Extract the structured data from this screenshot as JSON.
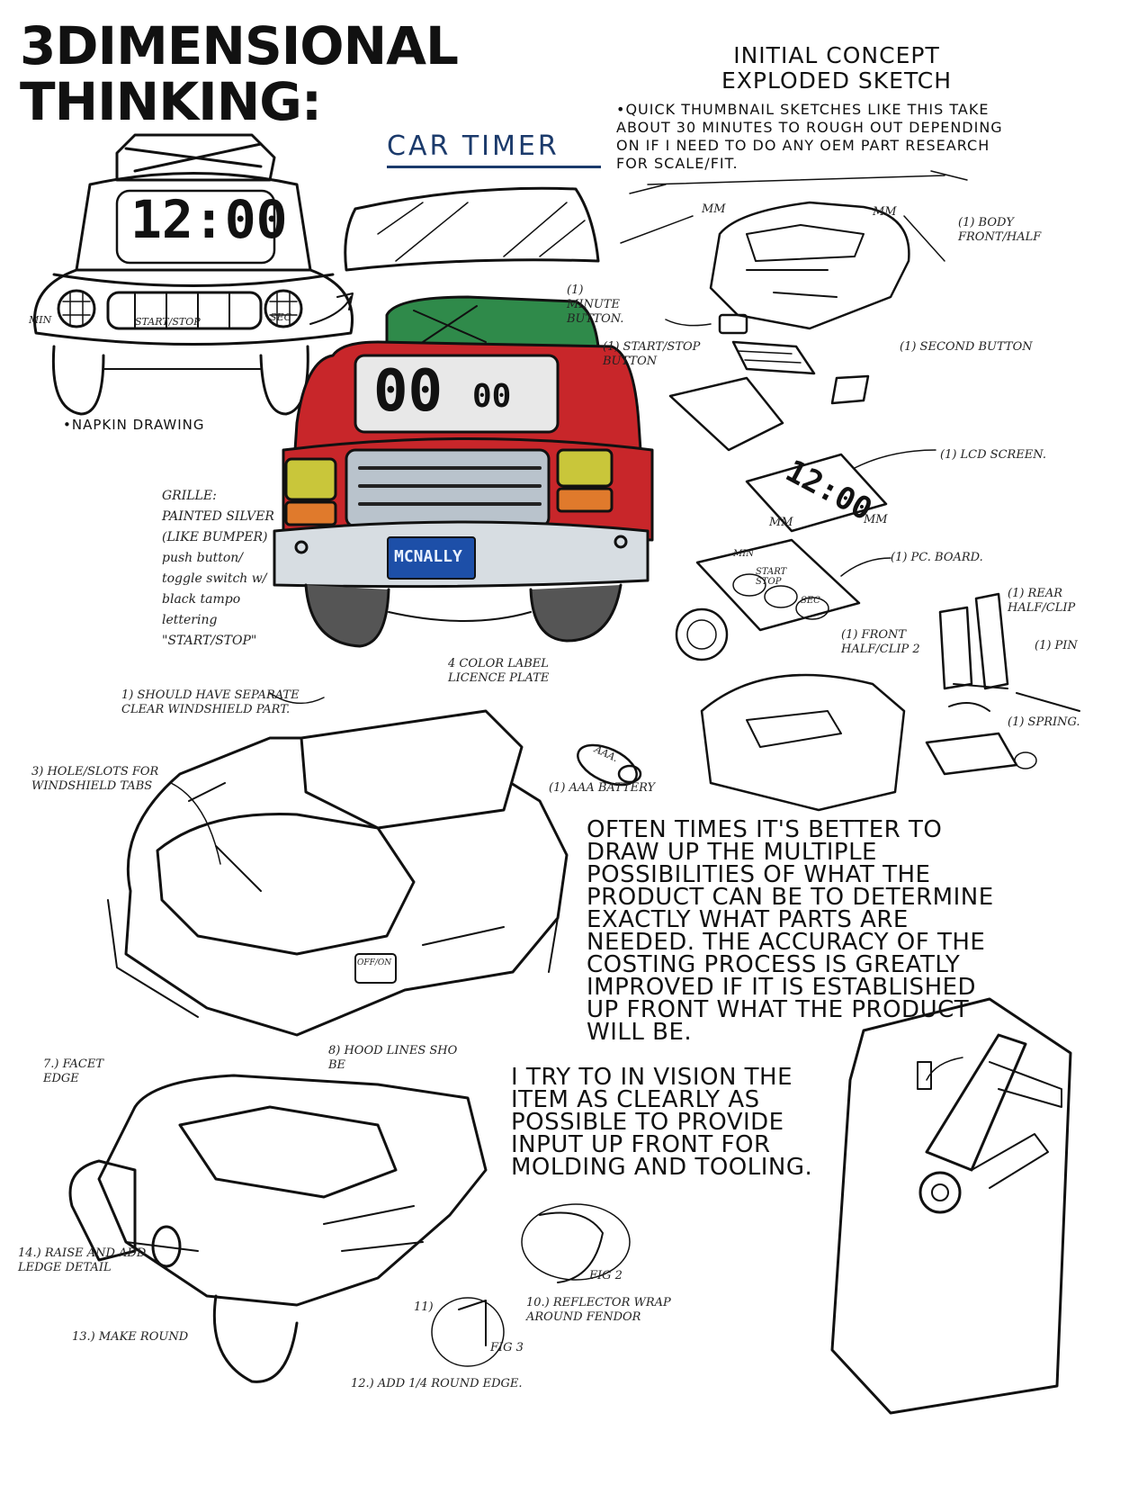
{
  "title": {
    "line1": "3DIMENSIONAL",
    "line2": "THINKING:"
  },
  "concept": {
    "heading_line1": "INITIAL CONCEPT",
    "heading_line2": "EXPLODED SKETCH",
    "bullet": "•QUICK THUMBNAIL SKETCHES LIKE THIS TAKE ABOUT 30 MINUTES TO ROUGH OUT DEPENDING ON IF I NEED TO DO ANY OEM PART RESEARCH FOR SCALE/FIT."
  },
  "car_timer_label": "CAR TIMER",
  "napkin": {
    "caption": "•NAPKIN DRAWING",
    "clock": "12:00",
    "min": "MIN",
    "start_stop": "START/STOP",
    "sec": "SEC"
  },
  "red_truck": {
    "display": "00",
    "display_small": "00",
    "plate": "MCNALLY",
    "grille_note": "GRILLE: PAINTED SILVER (LIKE BUMPER) push button/ toggle switch w/ black tampo lettering \"START/STOP\"",
    "plate_note": "4 COLOR LABEL LICENCE PLATE"
  },
  "exploded_parts": {
    "body": "(1) BODY FRONT/HALF",
    "minute_button": "(1) MINUTE BUTTON.",
    "start_stop_button": "(1) START/STOP BUTTON",
    "second_button": "(1) SECOND BUTTON",
    "lcd_screen": "(1) LCD SCREEN.",
    "lcd_digits": "12:00",
    "pc_board": "(1) PC. BOARD.",
    "pc_min": "MIN",
    "pc_start_stop": "START STOP",
    "pc_sec": "SEC",
    "rear_clip": "(1) REAR HALF/CLIP",
    "front_clip": "(1) FRONT HALF/CLIP 2",
    "pin": "(1) PIN",
    "spring": "(1) SPRING.",
    "battery": "(1) AAA BATTERY",
    "battery_label": "AAA.",
    "mm1": "MM",
    "mm2": "MM",
    "mm3": "MM",
    "mm4": "MM"
  },
  "notes_mid": {
    "windshield": "1) SHOULD HAVE SEPARATE CLEAR WINDSHIELD PART.",
    "holes": "3) HOLE/SLOTS FOR WINDSHIELD TABS",
    "off_on": "OFF/ON"
  },
  "paragraph1": "OFTEN TIMES IT'S BETTER TO DRAW UP THE MULTIPLE POSSIBILITIES OF WHAT THE PRODUCT CAN BE TO DETERMINE EXACTLY WHAT PARTS ARE NEEDED. THE ACCURACY OF THE COSTING PROCESS IS GREATLY IMPROVED IF IT IS ESTABLISHED UP FRONT WHAT THE PRODUCT WILL BE.",
  "paragraph2": "I TRY TO IN VISION THE ITEM AS CLEARLY AS POSSIBLE TO PROVIDE INPUT UP FRONT FOR MOLDING AND TOOLING.",
  "notes_bottom": {
    "facet": "7.) FACET EDGE",
    "hood": "8) HOOD LINES SHO BE",
    "raise": "14.) RAISE AND ADD LEDGE DETAIL",
    "round": "13.) MAKE ROUND",
    "quarter": "12.) ADD 1/4 ROUND EDGE.",
    "reflector": "10.) REFLECTOR WRAP AROUND FENDOR",
    "fig2": "FIG 2",
    "fig3": "FIG 3",
    "eleven": "11)"
  },
  "colors": {
    "ink": "#111111",
    "truck_red": "#c8262a",
    "roof_green": "#2f8a4a",
    "plate_blue": "#1d4fa8",
    "amber": "#e07a2c",
    "headlight_yellow": "#c9c63a",
    "title_blue": "#1b3a6b"
  }
}
